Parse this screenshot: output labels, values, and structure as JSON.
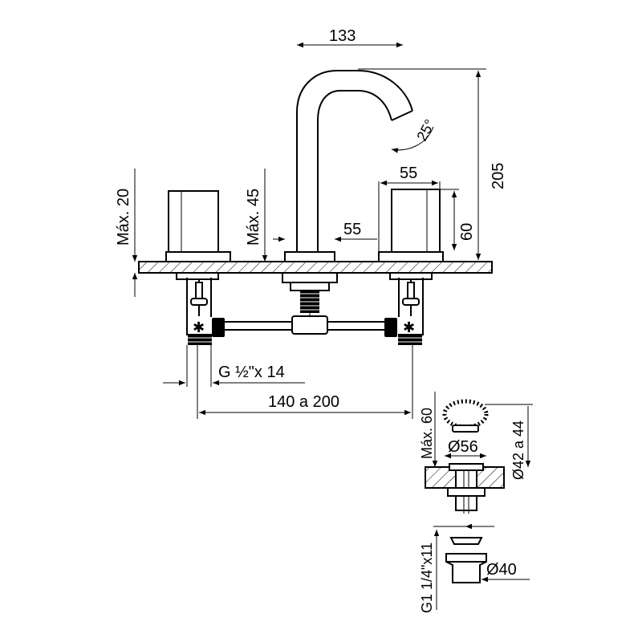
{
  "labels": {
    "spout_reach": "133",
    "swivel_angle": "25°",
    "total_height": "205",
    "handle_width": "55",
    "spout_base": "55",
    "handle_height": "60",
    "max_thickness_handles": "Máx. 20",
    "max_thickness_spout": "Máx. 45",
    "thread": "G ½\"x 14",
    "center_distance": "140 a 200",
    "drain_max": "Máx. 60",
    "drain_diameter": "Ø56",
    "drain_hole": "Ø42 a 44",
    "drain_thread": "G1 1/4\"x11",
    "drain_nut": "Ø40"
  }
}
